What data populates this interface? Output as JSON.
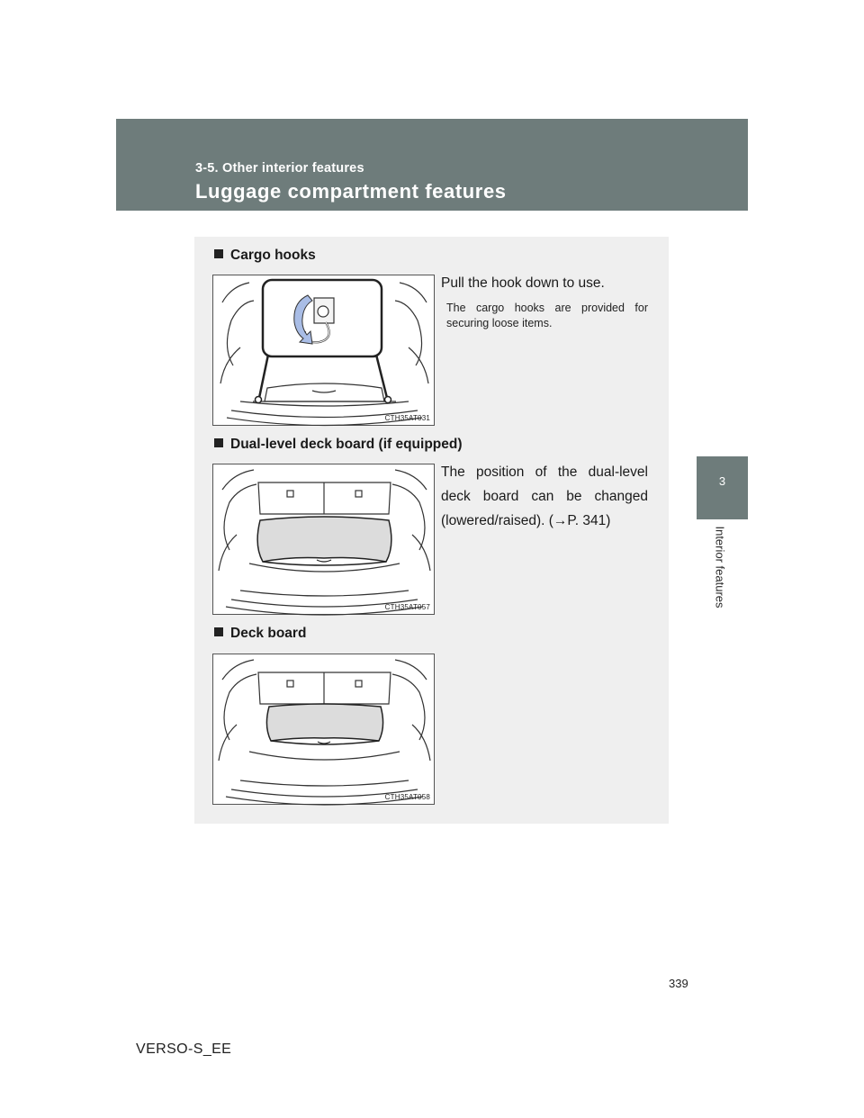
{
  "header": {
    "section_label": "3-5. Other interior features",
    "title": "Luggage compartment features"
  },
  "side_tab": {
    "chapter_number": "3",
    "chapter_label": "Interior features"
  },
  "sections": [
    {
      "heading": "Cargo hooks",
      "body": "Pull the hook down to use.",
      "note": "The cargo hooks are provided for securing loose items.",
      "image_code": "CTH35AT031",
      "icon": "cargo-hook-illustration"
    },
    {
      "heading": "Dual-level deck board (if equipped)",
      "body": "The position of the dual-level deck board can be changed (lowered/raised). (→P. 341)",
      "image_code": "CTH35AT057",
      "icon": "deck-board-raised-illustration"
    },
    {
      "heading": "Deck board",
      "image_code": "CTH35AT058",
      "icon": "deck-board-illustration"
    }
  ],
  "footer": {
    "page_number": "339",
    "model_code": "VERSO-S_EE"
  },
  "colors": {
    "header_bg": "#6e7c7b",
    "content_bg": "#efefef",
    "accent_hook": "#a9bde6"
  }
}
